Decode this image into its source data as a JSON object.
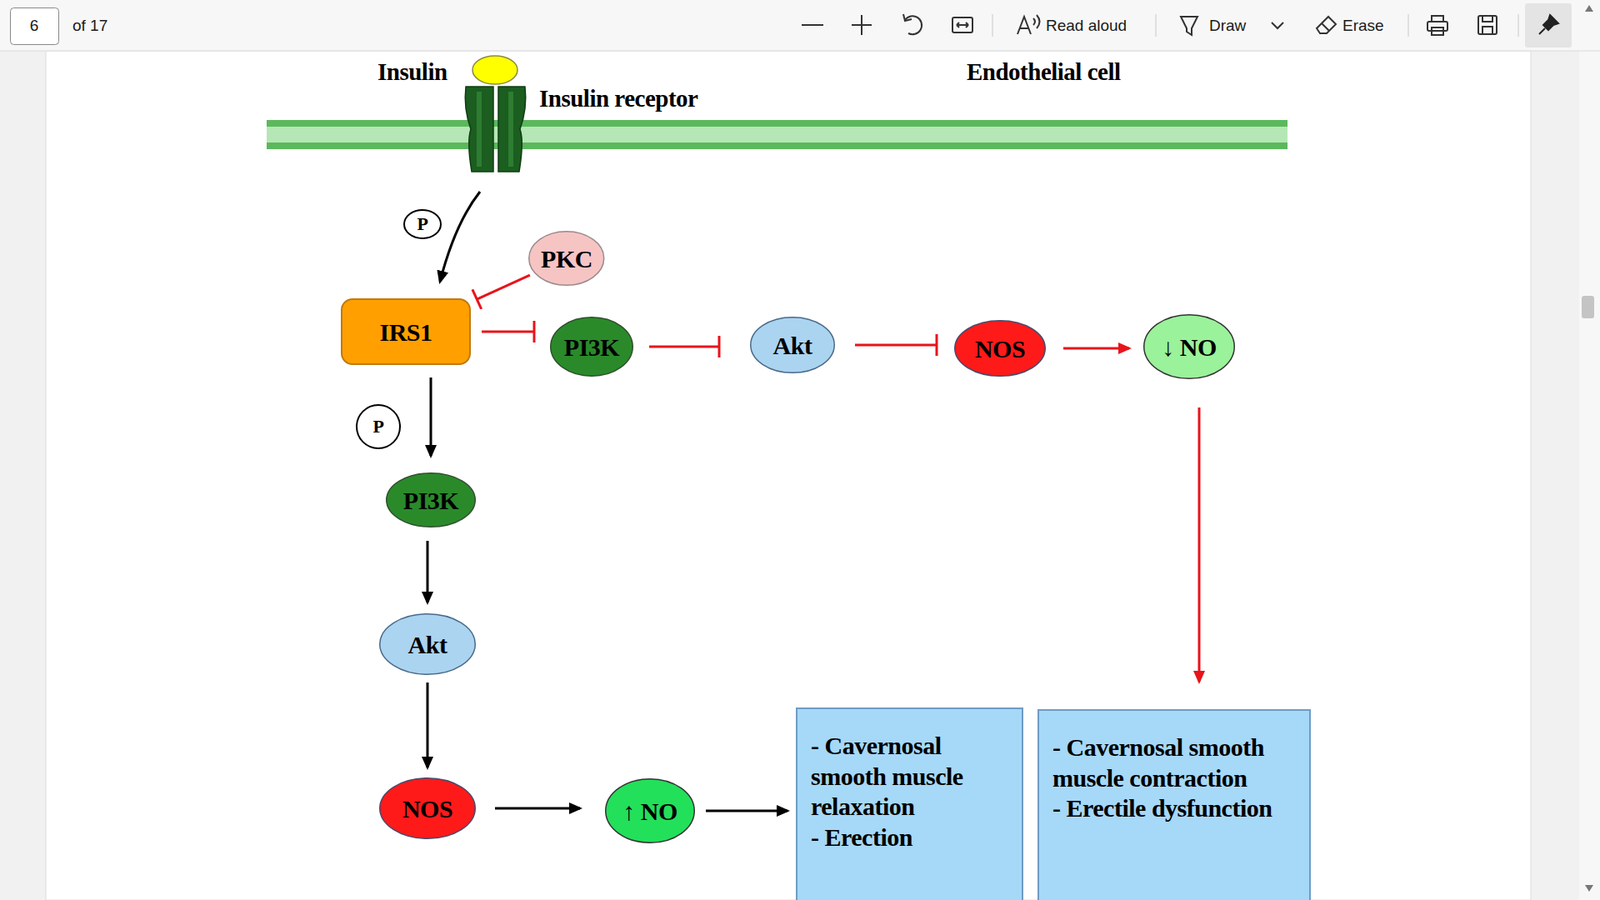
{
  "diagram": {
    "nodes": [
      {
        "text": [
          "P"
        ]
      },
      {
        "text": [
          "PKC"
        ]
      },
      {
        "text": [
          "IRS1"
        ]
      },
      {
        "text": [
          "PI3K"
        ]
      },
      {
        "text": [
          "Akt"
        ]
      },
      {
        "text": [
          "NOS"
        ]
      },
      {
        "text": [
          "↓ NO"
        ]
      },
      {
        "text": [
          "P"
        ]
      },
      {
        "text": [
          "PI3K"
        ]
      },
      {
        "text": [
          "Akt"
        ]
      },
      {
        "text": [
          "NOS"
        ]
      },
      {
        "text": [
          "↑ NO"
        ]
      },
      {
        "text": [
          "- Cavernosal smooth muscle relaxation",
          "- Erection"
        ]
      },
      {
        "text": [
          "- Cavernosal smooth muscle contraction",
          "- Erectile dysfunction"
        ]
      }
    ],
    "edges": [
      {
        "from": 1,
        "to": 2,
        "arrow": "to"
      },
      {
        "from": 2,
        "to": 3,
        "arrow": "to"
      },
      {
        "from": 3,
        "to": 4,
        "arrow": "to"
      },
      {
        "from": 4,
        "to": 5,
        "arrow": "to"
      },
      {
        "from": 5,
        "to": 6,
        "arrow": "to"
      },
      {
        "from": 6,
        "to": 13,
        "arrow": "to"
      },
      {
        "from": 2,
        "to": 8,
        "arrow": "to"
      },
      {
        "from": 8,
        "to": 9,
        "arrow": "to"
      },
      {
        "from": 9,
        "to": 10,
        "arrow": "to"
      },
      {
        "from": 10,
        "to": 11,
        "arrow": "to"
      },
      {
        "from": 11,
        "to": 12,
        "arrow": "to"
      }
    ],
    "labels": [
      "6",
      "of 17",
      "Read aloud",
      "Draw",
      "Erase",
      "Insulin",
      "Insulin receptor",
      "Endothelial cell"
    ]
  }
}
